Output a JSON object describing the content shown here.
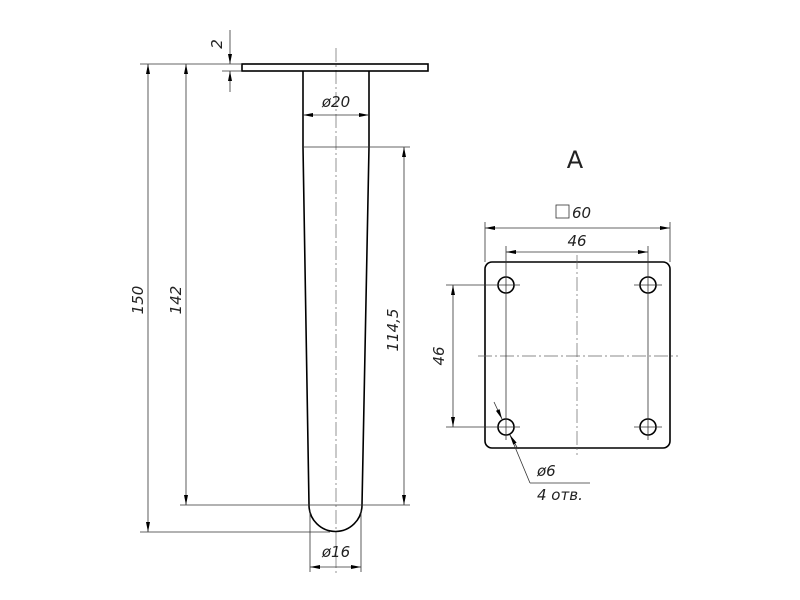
{
  "side_view": {
    "dim_total_height": "150",
    "dim_leg_height": "142",
    "dim_plate_thickness": "2",
    "dim_top_diameter": "ø20",
    "dim_taper_length": "114,5",
    "dim_bottom_diameter": "ø16"
  },
  "view_a": {
    "label": "A",
    "dim_square": "60",
    "dim_hole_spacing_x": "46",
    "dim_hole_spacing_y": "46",
    "dim_hole_diameter": "ø6",
    "hole_count_note": "4 отв."
  }
}
